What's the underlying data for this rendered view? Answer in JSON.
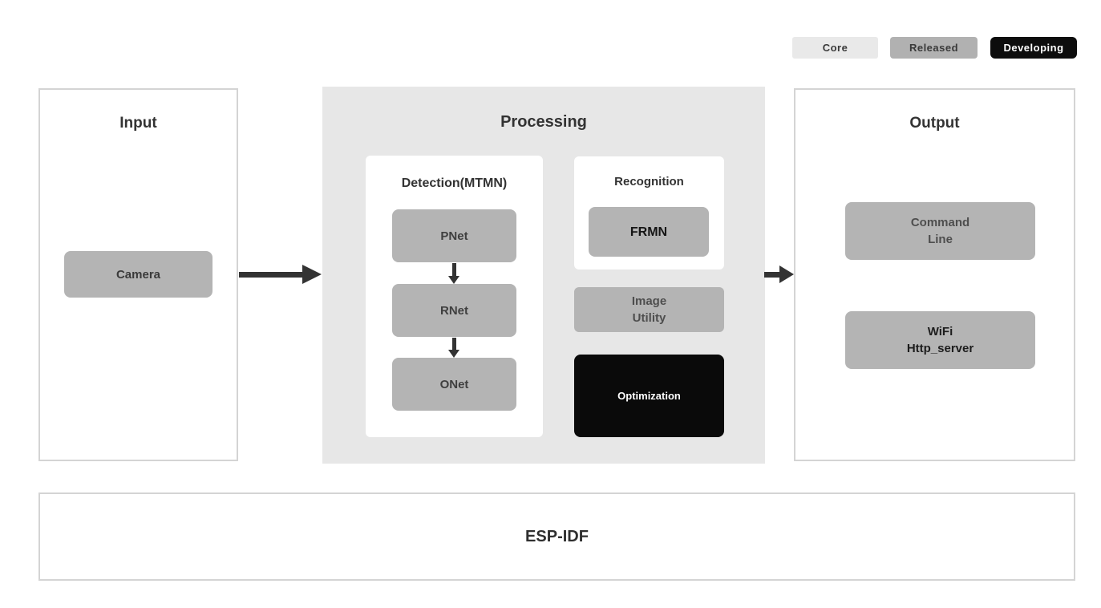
{
  "legend": {
    "items": [
      {
        "label": "Core",
        "bg": "#e9e9e9",
        "fg": "#3a3a3a"
      },
      {
        "label": "Released",
        "bg": "#b1b1b1",
        "fg": "#3a3a3a"
      },
      {
        "label": "Developing",
        "bg": "#0d0d0d",
        "fg": "#ffffff"
      }
    ]
  },
  "input": {
    "title": "Input",
    "camera_label": "Camera"
  },
  "processing": {
    "title": "Processing",
    "detection": {
      "title": "Detection(MTMN)",
      "nodes": [
        "PNet",
        "RNet",
        "ONet"
      ]
    },
    "recognition": {
      "title": "Recognition",
      "node": "FRMN"
    },
    "image_utility": {
      "lines": [
        "Image",
        "Utility"
      ]
    },
    "optimization": {
      "label": "Optimization"
    }
  },
  "output": {
    "title": "Output",
    "command_line": {
      "lines": [
        "Command",
        "Line"
      ]
    },
    "wifi": {
      "lines": [
        "WiFi",
        "Http_server"
      ]
    }
  },
  "foundation": {
    "title": "ESP-IDF"
  },
  "colors": {
    "panel_border": "#d4d4d4",
    "processing_bg": "#e7e7e7",
    "node_gray": "#b4b4b4",
    "node_black": "#0a0a0a",
    "arrow": "#333333",
    "text_dark": "#3a3a3a"
  }
}
